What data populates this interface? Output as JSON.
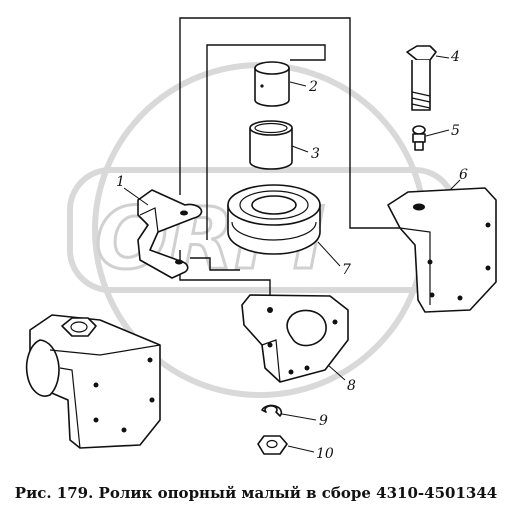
{
  "watermark": "ORFI",
  "caption": "Рис. 179. Ролик опорный малый в сборе 4310-4501344",
  "callouts": {
    "c1": "1",
    "c2": "2",
    "c3": "3",
    "c4": "4",
    "c5": "5",
    "c6": "6",
    "c7": "7",
    "c8": "8",
    "c9": "9",
    "c10": "10"
  }
}
